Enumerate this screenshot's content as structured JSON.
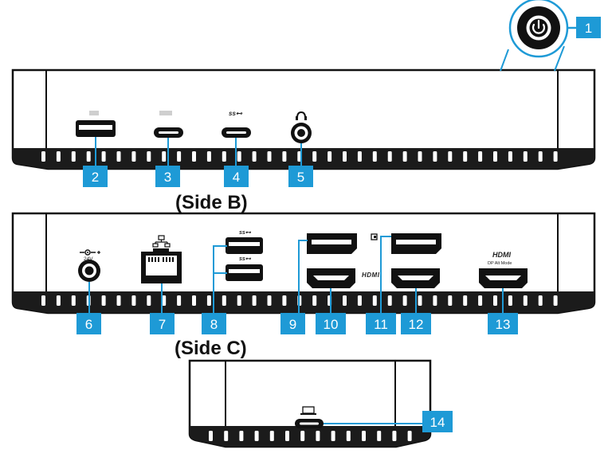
{
  "labels": {
    "side_b": "(Side B)",
    "side_c": "(Side C)",
    "voltage": "24V",
    "hdmi_side": "HDMI",
    "hdmi_13": "HDMI",
    "hdmi_13_sub": "DP Alt Mode"
  },
  "callouts": [
    "1",
    "2",
    "3",
    "4",
    "5",
    "6",
    "7",
    "8",
    "9",
    "10",
    "11",
    "12",
    "13",
    "14"
  ],
  "colors": {
    "callout": "#1e9ad6",
    "device": "#1b1b1b",
    "outline": "#111111",
    "vent": "#ffffff"
  },
  "icons": [
    "power-icon",
    "usb-c-logo-icon",
    "usb3-logo-icon",
    "headphone-icon",
    "dc-polarity-icon",
    "network-icon",
    "laptop-icon",
    "displayport-icon"
  ]
}
